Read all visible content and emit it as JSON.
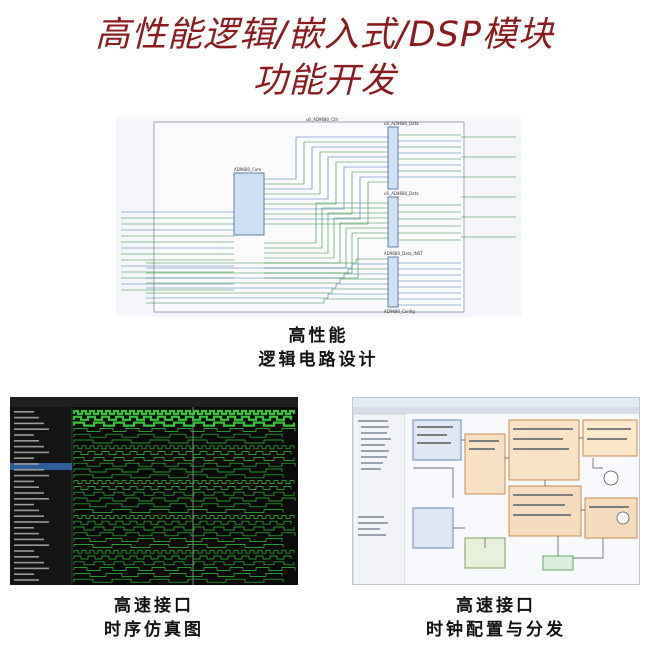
{
  "header": {
    "title_line1": "高性能逻辑/嵌入式/DSP模块",
    "title_line2": "功能开发"
  },
  "panels": {
    "schematic": {
      "caption_line1": "高性能",
      "caption_line2": "逻辑电路设计",
      "module_top": "u0_AD9680_Ctrl",
      "module_core": "AD9680_Core",
      "module_right1": "u0_AD9680_Data",
      "module_right2": "u0_AD9680_Data",
      "module_right3": "AD9680_Data_INST",
      "module_right4": "AD9680_Config"
    },
    "simulation": {
      "caption_line1": "高速接口",
      "caption_line2": "时序仿真图"
    },
    "clocking": {
      "caption_line1": "高速接口",
      "caption_line2": "时钟配置与分发"
    }
  },
  "colors": {
    "title": "#8b1a1e",
    "wire_green": "#2d8a3a",
    "wire_blue": "#3a6fb0",
    "sim_bg": "#0a0a0a",
    "sim_wave": "#37c23c"
  }
}
